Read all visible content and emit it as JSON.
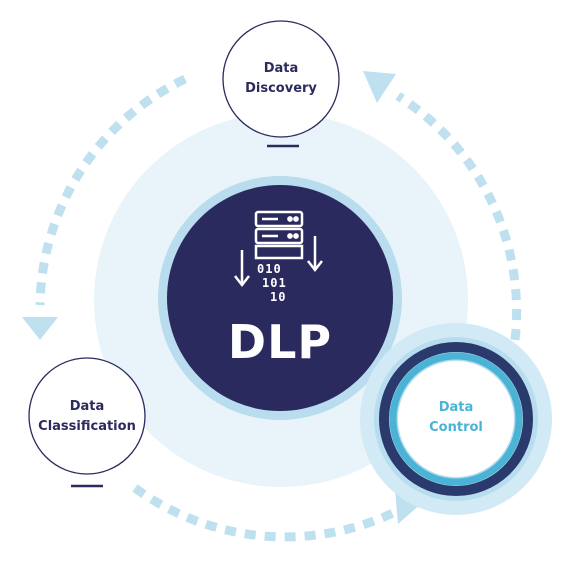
{
  "hub": {
    "title": "DLP",
    "icon": "server-data-icon",
    "binary_rows": [
      "010",
      "101",
      "10"
    ]
  },
  "nodes": [
    {
      "id": "discovery",
      "lines": [
        "Data",
        "Discovery"
      ]
    },
    {
      "id": "classification",
      "lines": [
        "Data",
        "Classification"
      ]
    },
    {
      "id": "control",
      "lines": [
        "Data",
        "Control"
      ]
    }
  ],
  "colors": {
    "navy": "#2b2a5e",
    "accent_cyan": "#4ab3d6",
    "light_halo": "#e6f3f9",
    "ring_light": "#aad3e8",
    "arrow_dots": "#bfe0ef"
  }
}
